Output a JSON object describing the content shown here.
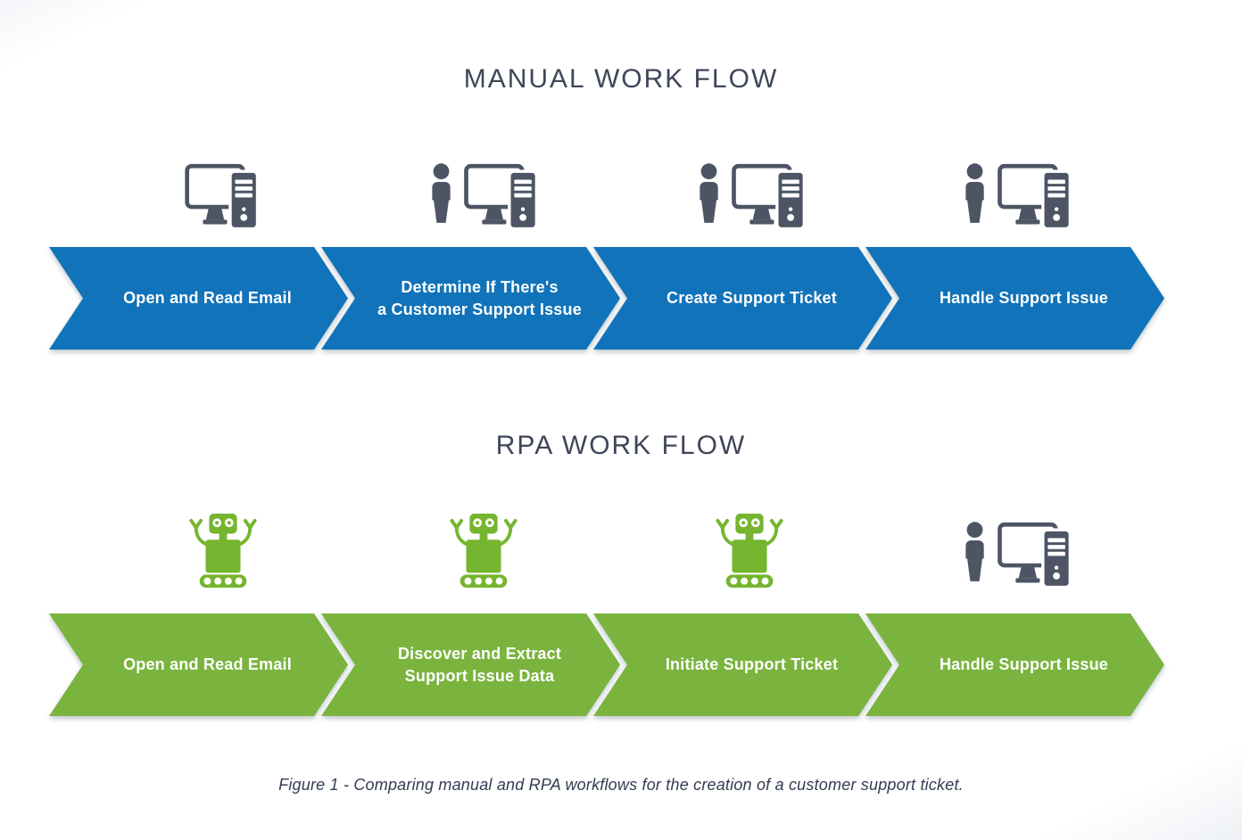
{
  "figure": {
    "caption": "Figure 1 - Comparing manual and RPA workflows for the creation of a customer support ticket."
  },
  "colors": {
    "manual_arrow_blue": "#1173b9",
    "rpa_arrow_green": "#7ab43e",
    "icon_gray": "#4d5565",
    "robot_green": "#76b52f",
    "title_text": "#3e4659",
    "arrow_text": "#ffffff"
  },
  "manual_flow": {
    "title": "MANUAL WORK FLOW",
    "steps": [
      {
        "icon": "desktop-computer-icon",
        "lines": [
          "Open and Read Email"
        ]
      },
      {
        "icon": "person-computer-icon",
        "lines": [
          "Determine If There's",
          "a Customer Support Issue"
        ]
      },
      {
        "icon": "person-computer-icon",
        "lines": [
          "Create Support Ticket"
        ]
      },
      {
        "icon": "person-computer-icon",
        "lines": [
          "Handle Support Issue"
        ]
      }
    ]
  },
  "rpa_flow": {
    "title": "RPA WORK FLOW",
    "steps": [
      {
        "icon": "robot-icon",
        "lines": [
          "Open and Read Email"
        ]
      },
      {
        "icon": "robot-icon",
        "lines": [
          "Discover and Extract",
          "Support Issue Data"
        ]
      },
      {
        "icon": "robot-icon",
        "lines": [
          "Initiate Support Ticket"
        ]
      },
      {
        "icon": "person-computer-icon",
        "lines": [
          "Handle Support Issue"
        ]
      }
    ]
  }
}
